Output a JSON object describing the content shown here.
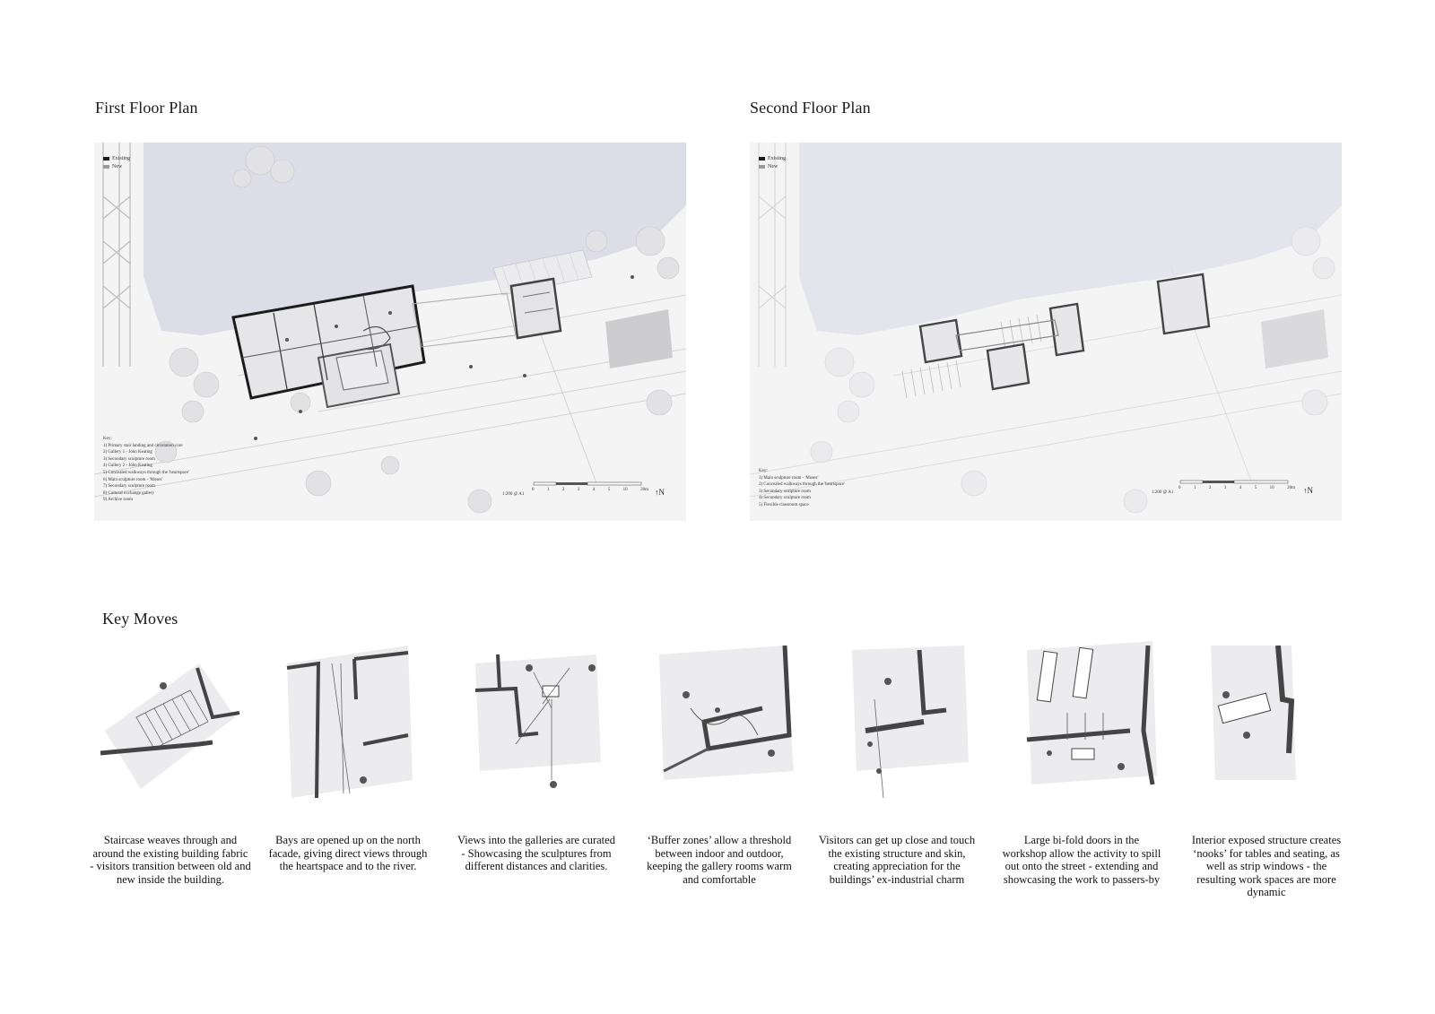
{
  "plans": [
    {
      "title": "First Floor Plan",
      "legend": [
        "Existing",
        "New"
      ],
      "key_title": "Key:",
      "key_items": [
        "1) Primary stair landing and circulation core",
        "2) Gallery 1 - John Keating",
        "3) Secondary sculpture room",
        "4) Gallery 2 - John Keating",
        "5) Concealed walkways through the 'heartspace'",
        "6) Main sculpture room - 'Moses'",
        "7) Secondary sculpture room",
        "8) Cultural exchange gallery",
        "9) Archive room"
      ],
      "scale_label": "1:200 @ A1",
      "scale_ticks": [
        "0",
        "1",
        "2",
        "3",
        "4",
        "5",
        "10",
        "20m"
      ],
      "north_label": "N"
    },
    {
      "title": "Second Floor Plan",
      "legend": [
        "Existing",
        "New"
      ],
      "key_title": "Key:",
      "key_items": [
        "1) Main sculpture room - 'Moses'",
        "2) Concealed walkways through the 'heartspace'",
        "3) Secondary sculpture room",
        "4) Secondary sculpture room",
        "5) Flexible classroom space"
      ],
      "scale_label": "1:200 @ A1",
      "scale_ticks": [
        "0",
        "1",
        "2",
        "3",
        "4",
        "5",
        "10",
        "20m"
      ],
      "north_label": "N"
    }
  ],
  "key_moves": {
    "title": "Key Moves",
    "items": [
      {
        "caption": "Staircase weaves through and around the existing building fabric - visitors transition between old and new inside the building."
      },
      {
        "caption": "Bays are opened up on the north facade, giving direct views through the heartspace and to the river."
      },
      {
        "caption": "Views into the galleries are curated - Showcasing the sculptures from different distances and clarities."
      },
      {
        "caption": "‘Buffer zones’ allow a threshold between indoor and outdoor, keeping the gallery rooms warm and comfortable"
      },
      {
        "caption": "Visitors can get up close and touch the existing structure and skin, creating appreciation for the buildings’ ex-industrial charm"
      },
      {
        "caption": "Large bi-fold doors in the workshop allow the activity to spill out onto the street - extending and showcasing the work to passers-by"
      },
      {
        "caption": "Interior exposed structure creates ‘nooks’ for tables and seating, as well as strip windows - the resulting work spaces are more dynamic"
      }
    ]
  },
  "colors": {
    "river": "#dcdde6",
    "ground": "#f4f4f5",
    "existing_wall": "#1c1c1c",
    "new_wall": "#7a7a7a",
    "text": "#111111"
  }
}
